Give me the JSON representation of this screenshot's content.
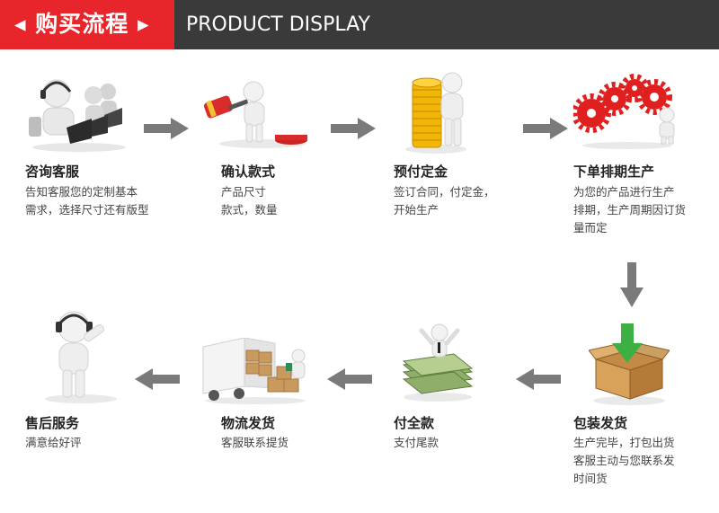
{
  "header": {
    "title_cn": "◂ 购买流程 ▸",
    "title_en": "PRODUCT DISPLAY"
  },
  "colors": {
    "accent_red": "#e8252a",
    "header_dark": "#3a3a3a",
    "arrow_gray": "#7a7a7a",
    "coin_gold": "#f2b705",
    "arrow_green": "#3cb043"
  },
  "steps": [
    {
      "title": "咨询客服",
      "desc": "告知客服您的定制基本\n需求，选择尺寸还有版型",
      "icon": "customer-service-icon"
    },
    {
      "title": "确认款式",
      "desc": "产品尺寸\n款式，数量",
      "icon": "gavel-icon"
    },
    {
      "title": "预付定金",
      "desc": "签订合同，付定金，\n开始生产",
      "icon": "gold-coins-icon"
    },
    {
      "title": "下单排期生产",
      "desc": "为您的产品进行生产\n排期，生产周期因订货\n量而定",
      "icon": "gears-icon"
    },
    {
      "title": "包装发货",
      "desc": "生产完毕，打包出货\n客服主动与您联系发\n时间货",
      "icon": "package-icon"
    },
    {
      "title": "付全款",
      "desc": "支付尾款",
      "icon": "money-stack-icon"
    },
    {
      "title": "物流发货",
      "desc": "客服联系提货",
      "icon": "delivery-truck-icon"
    },
    {
      "title": "售后服务",
      "desc": "满意给好评",
      "icon": "headset-person-icon"
    }
  ]
}
